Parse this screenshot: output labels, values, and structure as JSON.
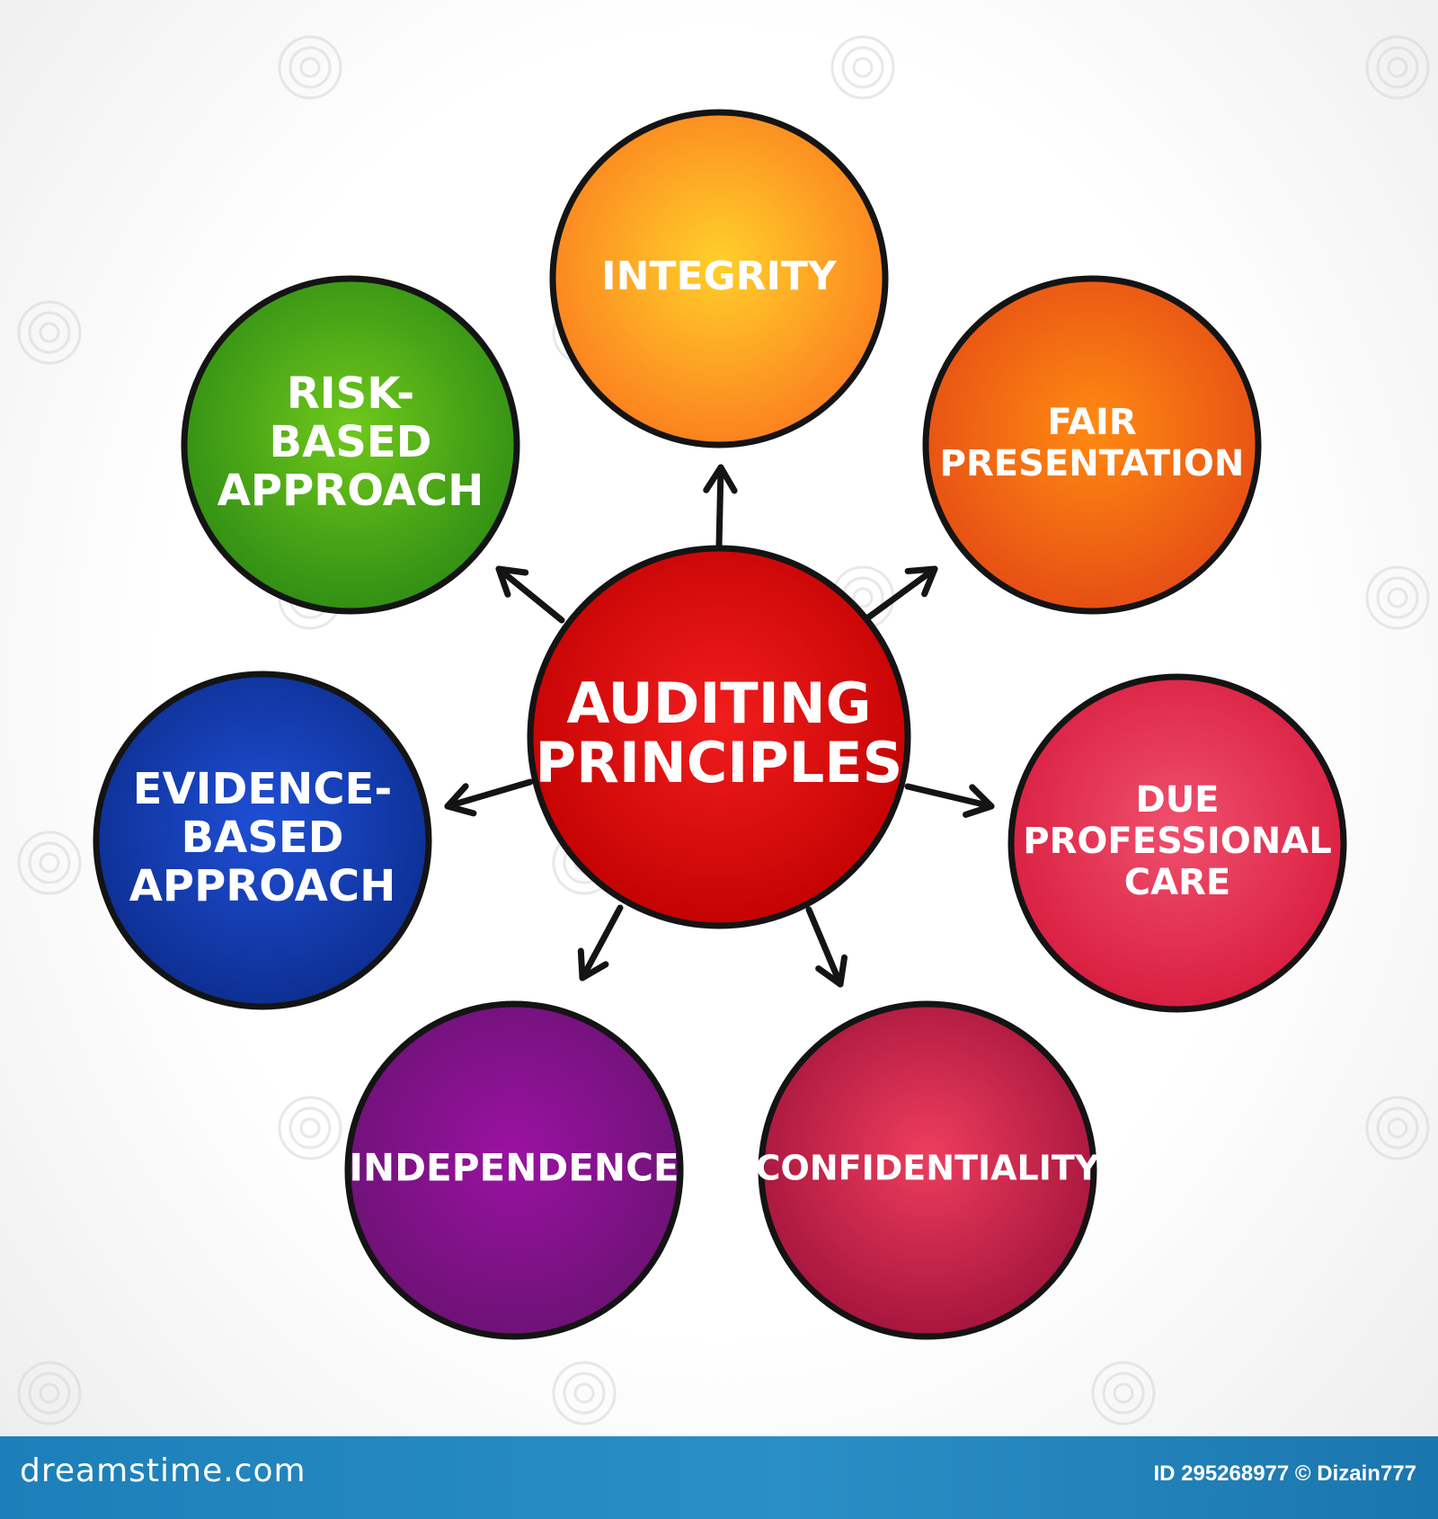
{
  "center": {
    "lines": [
      "AUDITING",
      "PRINCIPLES"
    ],
    "colors": {
      "light": "#f21d1d",
      "dark": "#c00000"
    }
  },
  "nodes": [
    {
      "id": "integrity",
      "lines": [
        "INTEGRITY"
      ],
      "colors": {
        "light": "#ffd02a",
        "dark": "#fb7a1e"
      }
    },
    {
      "id": "fair-presentation",
      "lines": [
        "FAIR",
        "PRESENTATION"
      ],
      "colors": {
        "light": "#ff8a12",
        "dark": "#e44a14"
      }
    },
    {
      "id": "due-professional-care",
      "lines": [
        "DUE",
        "PROFESSIONAL",
        "CARE"
      ],
      "colors": {
        "light": "#f0506e",
        "dark": "#d71a3c"
      }
    },
    {
      "id": "confidentiality",
      "lines": [
        "CONFIDENTIALITY"
      ],
      "colors": {
        "light": "#ee3d5d",
        "dark": "#a0123a"
      }
    },
    {
      "id": "independence",
      "lines": [
        "INDEPENDENCE"
      ],
      "colors": {
        "light": "#9a12a2",
        "dark": "#6a1272"
      }
    },
    {
      "id": "evidence-based-approach",
      "lines": [
        "EVIDENCE-",
        "BASED",
        "APPROACH"
      ],
      "colors": {
        "light": "#1f4fd6",
        "dark": "#0b2c8c"
      }
    },
    {
      "id": "risk-based-approach",
      "lines": [
        "RISK-",
        "BASED",
        "APPROACH"
      ],
      "colors": {
        "light": "#6fc81a",
        "dark": "#2c8a14"
      }
    }
  ],
  "footer": {
    "brand": "dreamstime.com",
    "credit": "ID 295268977 © Dizain777"
  }
}
